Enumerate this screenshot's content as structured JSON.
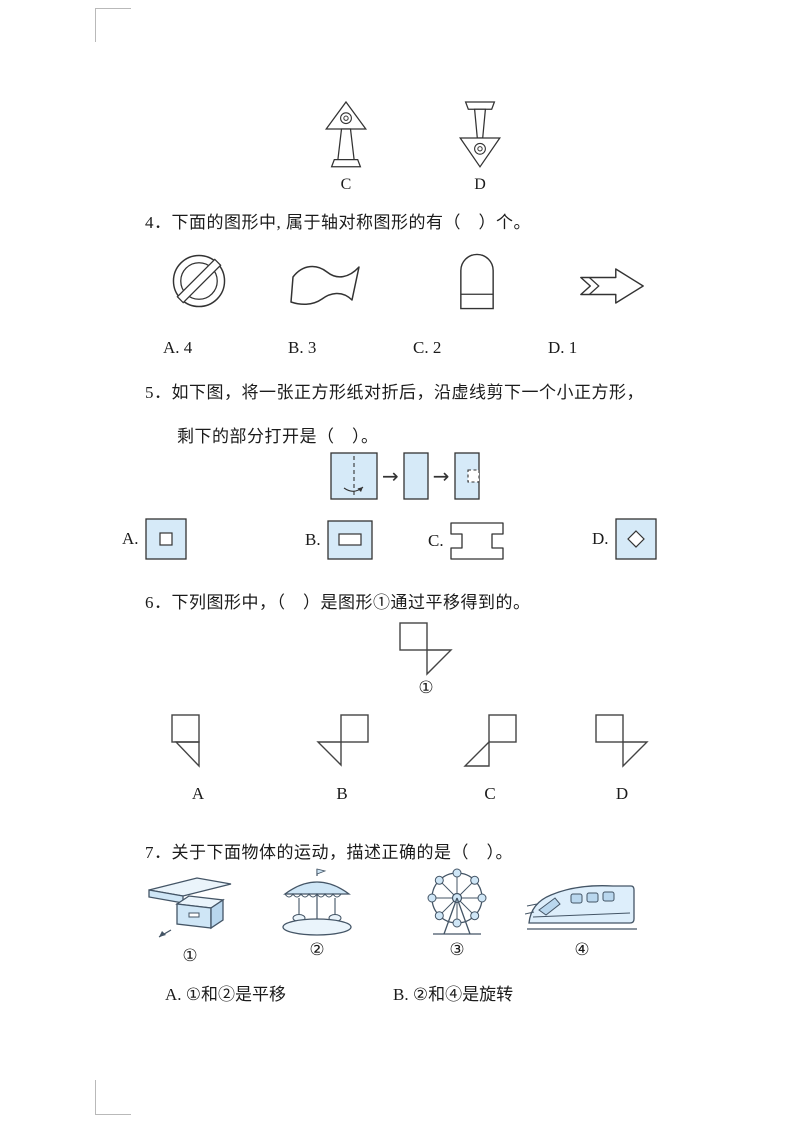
{
  "page": {
    "accent_blue": "#d6eaf8",
    "outline": "#3a4a58"
  },
  "prev_question": {
    "figure_c_label": "C",
    "figure_d_label": "D",
    "figure_c_name": "upward-arrow-with-circle-figure",
    "figure_d_name": "downward-arrow-with-circle-figure"
  },
  "q4": {
    "text": "4．下面的图形中, 属于轴对称图形的有（　）个。",
    "figure_names": [
      "no-entry-sign",
      "wavy-flag",
      "arch-door",
      "hollow-arrow"
    ],
    "options": [
      "A. 4",
      "B. 3",
      "C. 2",
      "D. 1"
    ]
  },
  "q5": {
    "line1": "5．如下图，将一张正方形纸对折后，沿虚线剪下一个小正方形，",
    "line2": "剩下的部分打开是（　）。",
    "arrow": "→",
    "option_labels": [
      "A.",
      "B.",
      "C.",
      "D."
    ],
    "option_shape_names": [
      "square-with-small-square-hole",
      "square-with-rectangle-hole",
      "notched-rectangle-shape",
      "square-with-diamond-hole"
    ]
  },
  "q6": {
    "text": "6．下列图形中，（　）是图形①通过平移得到的。",
    "figure_label": "①",
    "option_labels": [
      "A",
      "B",
      "C",
      "D"
    ]
  },
  "q7": {
    "text": "7．关于下面物体的运动，描述正确的是（　）。",
    "image_labels": [
      "①",
      "②",
      "③",
      "④"
    ],
    "image_names": [
      "drawer-being-pulled",
      "carousel",
      "ferris-wheel",
      "high-speed-train"
    ],
    "options": [
      "A. ①和②是平移",
      "B. ②和④是旋转"
    ]
  }
}
